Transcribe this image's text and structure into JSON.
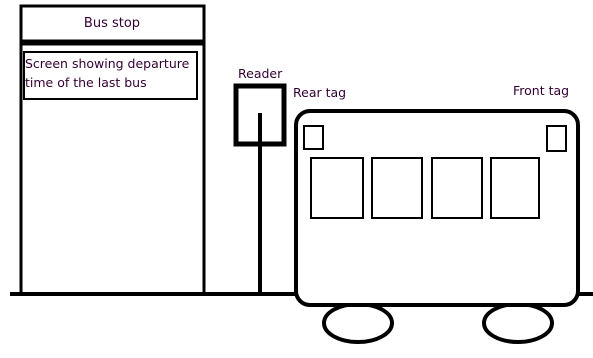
{
  "diagram": {
    "bus_stop_label": "Bus stop",
    "screen_text_line1": "Screen showing departure",
    "screen_text_line2": "time of the last bus",
    "reader_label": "Reader",
    "rear_tag_label": "Rear tag",
    "front_tag_label": "Front tag",
    "colors": {
      "stroke": "#000000",
      "text": "#330033",
      "background": "#ffffff"
    }
  }
}
